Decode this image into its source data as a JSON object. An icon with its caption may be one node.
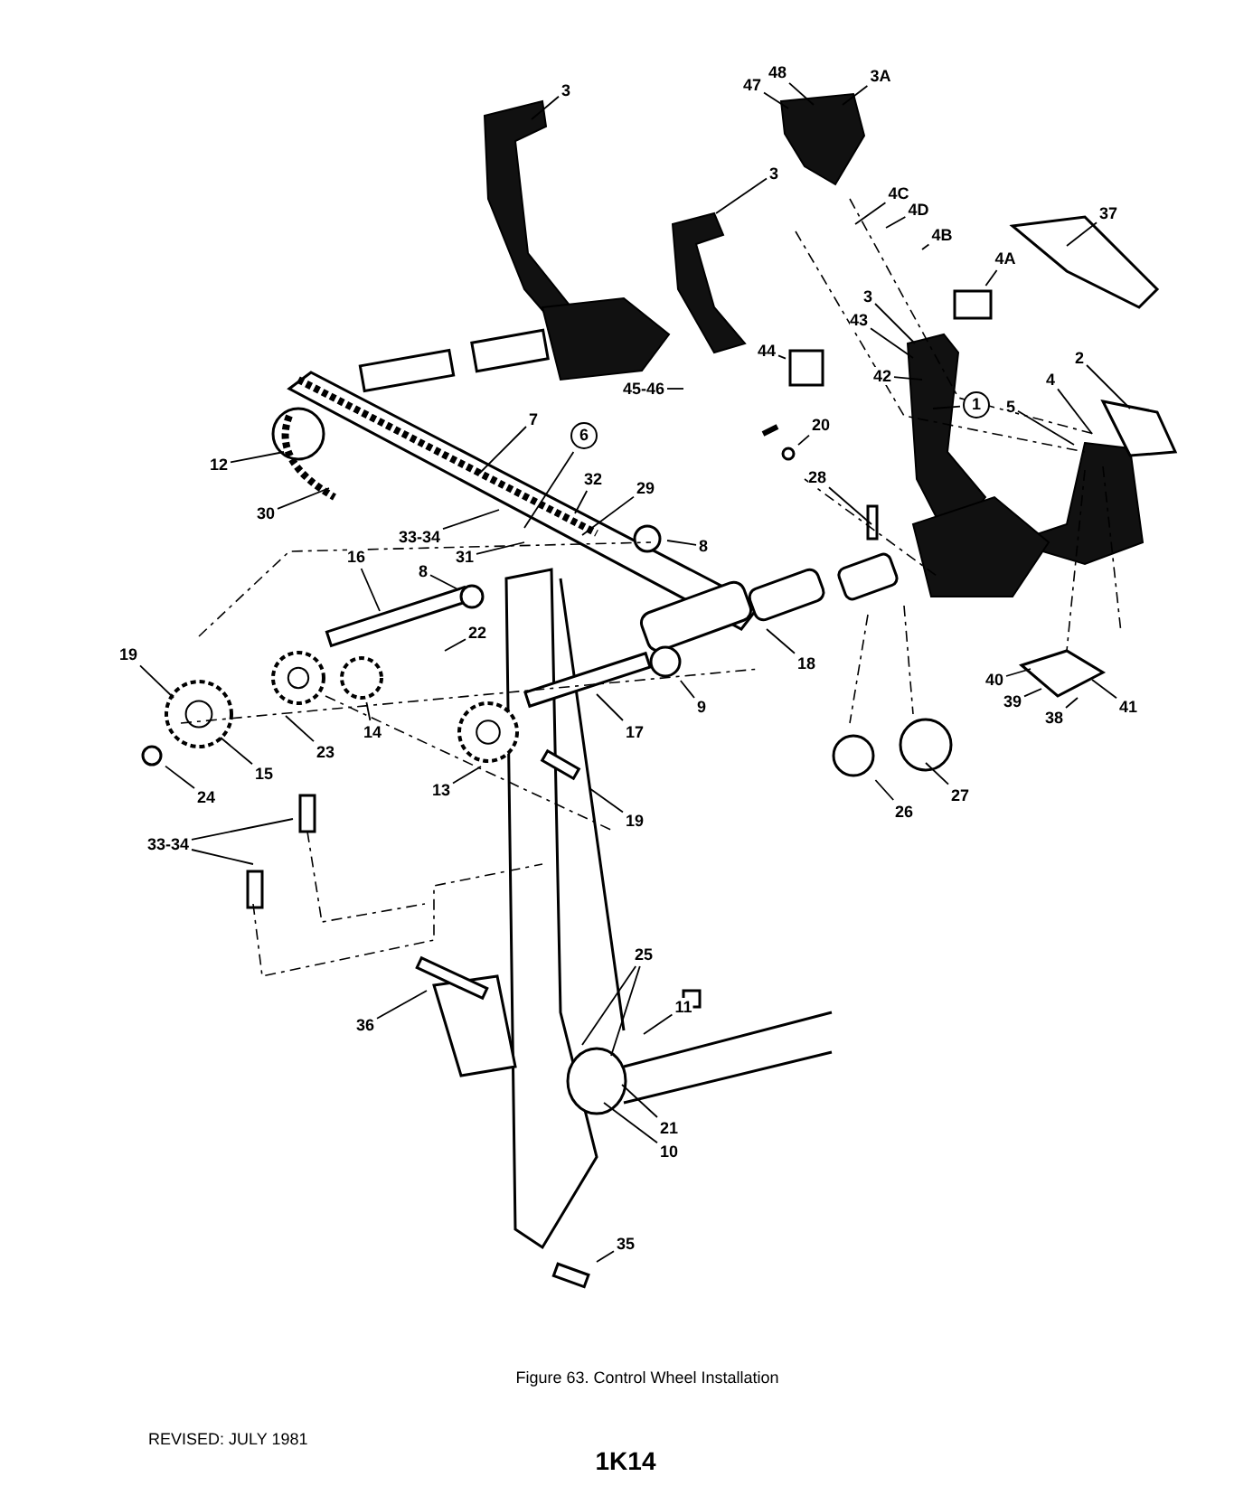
{
  "diagram": {
    "caption": "Figure 63. Control Wheel Installation",
    "nodes": [
      {
        "text": [
          "3"
        ]
      },
      {
        "text": [
          "3"
        ]
      },
      {
        "text": [
          "48"
        ]
      },
      {
        "text": [
          "3A"
        ]
      },
      {
        "text": [
          "47"
        ]
      },
      {
        "text": [
          "3"
        ]
      },
      {
        "text": [
          "4C"
        ]
      },
      {
        "text": [
          "4D"
        ]
      },
      {
        "text": [
          "4B"
        ]
      },
      {
        "text": [
          "37"
        ]
      },
      {
        "text": [
          "4A"
        ]
      },
      {
        "text": [
          "2"
        ]
      },
      {
        "text": [
          "43"
        ]
      },
      {
        "text": [
          "42"
        ]
      },
      {
        "text": [
          "44"
        ]
      },
      {
        "text": [
          "45-46"
        ]
      },
      {
        "text": [
          "4"
        ]
      },
      {
        "text": [
          "5"
        ]
      },
      {
        "text": [
          "1"
        ]
      },
      {
        "text": [
          "6"
        ]
      },
      {
        "text": [
          "7"
        ]
      },
      {
        "text": [
          "12"
        ]
      },
      {
        "text": [
          "30"
        ]
      },
      {
        "text": [
          "32"
        ]
      },
      {
        "text": [
          "33-34"
        ]
      },
      {
        "text": [
          "29"
        ]
      },
      {
        "text": [
          "31"
        ]
      },
      {
        "text": [
          "20"
        ]
      },
      {
        "text": [
          "28"
        ]
      },
      {
        "text": [
          "8"
        ]
      },
      {
        "text": [
          "16"
        ]
      },
      {
        "text": [
          "8"
        ]
      },
      {
        "text": [
          "22"
        ]
      },
      {
        "text": [
          "18"
        ]
      },
      {
        "text": [
          "9"
        ]
      },
      {
        "text": [
          "19"
        ]
      },
      {
        "text": [
          "15"
        ]
      },
      {
        "text": [
          "23"
        ]
      },
      {
        "text": [
          "14"
        ]
      },
      {
        "text": [
          "24"
        ]
      },
      {
        "text": [
          "13"
        ]
      },
      {
        "text": [
          "17"
        ]
      },
      {
        "text": [
          "19"
        ]
      },
      {
        "text": [
          "40"
        ]
      },
      {
        "text": [
          "39"
        ]
      },
      {
        "text": [
          "38"
        ]
      },
      {
        "text": [
          "41"
        ]
      },
      {
        "text": [
          "26"
        ]
      },
      {
        "text": [
          "27"
        ]
      },
      {
        "text": [
          "33-34"
        ]
      },
      {
        "text": [
          "25"
        ]
      },
      {
        "text": [
          "11"
        ]
      },
      {
        "text": [
          "36"
        ]
      },
      {
        "text": [
          "21"
        ]
      },
      {
        "text": [
          "10"
        ]
      },
      {
        "text": [
          "35"
        ]
      },
      {
        "text": [],
        "shape": "box"
      },
      {
        "text": [],
        "shape": "box"
      },
      {
        "text": [],
        "shape": "circle"
      },
      {
        "text": [],
        "shape": "circle"
      },
      {
        "text": [],
        "shape": "circle"
      },
      {
        "text": [],
        "shape": "circle"
      },
      {
        "text": [],
        "shape": "circle"
      },
      {
        "text": [],
        "shape": "circle"
      }
    ],
    "edges": [
      {
        "from": 0,
        "to": null,
        "arrow": "none"
      },
      {
        "from": 1,
        "to": null,
        "arrow": "none"
      },
      {
        "from": 2,
        "to": null,
        "arrow": "none"
      },
      {
        "from": 3,
        "to": null,
        "arrow": "none"
      },
      {
        "from": 4,
        "to": null,
        "arrow": "none"
      },
      {
        "from": 5,
        "to": null,
        "arrow": "none"
      },
      {
        "from": 6,
        "to": null,
        "arrow": "none"
      },
      {
        "from": 7,
        "to": null,
        "arrow": "none"
      },
      {
        "from": 8,
        "to": null,
        "arrow": "none"
      },
      {
        "from": 9,
        "to": null,
        "arrow": "none"
      },
      {
        "from": 10,
        "to": 56,
        "arrow": "none"
      },
      {
        "from": 11,
        "to": null,
        "arrow": "none"
      },
      {
        "from": 12,
        "to": null,
        "arrow": "none"
      },
      {
        "from": 13,
        "to": null,
        "arrow": "none"
      },
      {
        "from": 14,
        "to": 57,
        "arrow": "none"
      },
      {
        "from": 15,
        "to": null,
        "arrow": "none"
      },
      {
        "from": 16,
        "to": null,
        "arrow": "none"
      },
      {
        "from": 17,
        "to": null,
        "arrow": "none"
      },
      {
        "from": 18,
        "to": null,
        "arrow": "none"
      },
      {
        "from": 19,
        "to": null,
        "arrow": "none"
      },
      {
        "from": 20,
        "to": null,
        "arrow": "none"
      },
      {
        "from": 21,
        "to": null,
        "arrow": "none"
      },
      {
        "from": 22,
        "to": null,
        "arrow": "none"
      },
      {
        "from": 23,
        "to": null,
        "arrow": "none"
      },
      {
        "from": 24,
        "to": null,
        "arrow": "none"
      },
      {
        "from": 25,
        "to": null,
        "arrow": "none"
      },
      {
        "from": 26,
        "to": null,
        "arrow": "none"
      },
      {
        "from": 27,
        "to": 58,
        "arrow": "none"
      },
      {
        "from": 28,
        "to": null,
        "arrow": "none"
      },
      {
        "from": 29,
        "to": null,
        "arrow": "none"
      },
      {
        "from": 30,
        "to": null,
        "arrow": "none"
      },
      {
        "from": 31,
        "to": 59,
        "arrow": "none"
      },
      {
        "from": 32,
        "to": null,
        "arrow": "none"
      },
      {
        "from": 33,
        "to": null,
        "arrow": "none"
      },
      {
        "from": 34,
        "to": 60,
        "arrow": "none"
      },
      {
        "from": 35,
        "to": null,
        "arrow": "none"
      },
      {
        "from": 36,
        "to": null,
        "arrow": "none"
      },
      {
        "from": 37,
        "to": null,
        "arrow": "none"
      },
      {
        "from": 38,
        "to": 61,
        "arrow": "none"
      },
      {
        "from": 39,
        "to": 62,
        "arrow": "none"
      },
      {
        "from": 40,
        "to": null,
        "arrow": "none"
      },
      {
        "from": 41,
        "to": null,
        "arrow": "none"
      },
      {
        "from": 42,
        "to": null,
        "arrow": "none"
      },
      {
        "from": 43,
        "to": null,
        "arrow": "none"
      },
      {
        "from": 44,
        "to": null,
        "arrow": "none"
      },
      {
        "from": 45,
        "to": null,
        "arrow": "none"
      },
      {
        "from": 46,
        "to": null,
        "arrow": "none"
      },
      {
        "from": 47,
        "to": 63,
        "arrow": "none"
      },
      {
        "from": 48,
        "to": null,
        "arrow": "none"
      },
      {
        "from": 49,
        "to": null,
        "arrow": "none"
      },
      {
        "from": 49,
        "to": null,
        "arrow": "none"
      },
      {
        "from": 50,
        "to": null,
        "arrow": "none"
      },
      {
        "from": 50,
        "to": null,
        "arrow": "none"
      },
      {
        "from": 51,
        "to": null,
        "arrow": "none"
      },
      {
        "from": 52,
        "to": null,
        "arrow": "none"
      },
      {
        "from": 53,
        "to": null,
        "arrow": "none"
      },
      {
        "from": 54,
        "to": null,
        "arrow": "none"
      },
      {
        "from": 55,
        "to": null,
        "arrow": "none"
      }
    ],
    "labels": [
      "REVISED: JULY 1981",
      "1K14"
    ]
  }
}
